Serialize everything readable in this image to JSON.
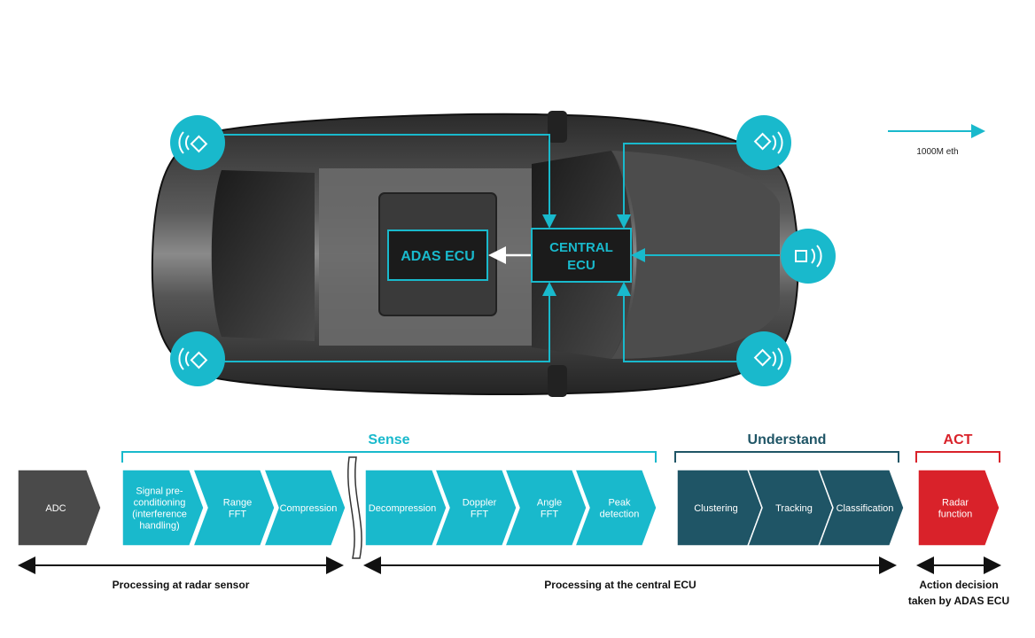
{
  "legend": {
    "label": "1000M eth"
  },
  "car": {
    "adas_ecu": "ADAS ECU",
    "central_ecu": [
      "CENTRAL",
      "ECU"
    ],
    "sensors": [
      "front-left-radar",
      "front-right-radar",
      "front-center-radar",
      "rear-left-radar",
      "rear-right-radar"
    ]
  },
  "pipeline": {
    "groups": [
      {
        "label": "Sense",
        "color": "#19b9cc"
      },
      {
        "label": "Understand",
        "color": "#1f5566"
      },
      {
        "label": "ACT",
        "color": "#d9222a"
      }
    ],
    "adc": "ADC",
    "sense_radar": [
      [
        "Signal pre-",
        "conditioning",
        "(interference",
        "handling)"
      ],
      [
        "Range",
        "FFT"
      ],
      [
        "Compression"
      ]
    ],
    "sense_central": [
      [
        "Decompression"
      ],
      [
        "Doppler",
        "FFT"
      ],
      [
        "Angle",
        "FFT"
      ],
      [
        "Peak",
        "detection"
      ]
    ],
    "understand": [
      [
        "Clustering"
      ],
      [
        "Tracking"
      ],
      [
        "Classification"
      ]
    ],
    "act": [
      [
        "Radar",
        "function"
      ]
    ],
    "footers": {
      "radar_sensor": "Processing at radar sensor",
      "central_ecu": "Processing at the central ECU",
      "adas": [
        "Action decision",
        "taken by ADAS ECU"
      ]
    }
  },
  "colors": {
    "accent": "#19b9cc",
    "dark_teal": "#1f5566",
    "adc_gray": "#4a4a4a",
    "act_red": "#d9222a"
  }
}
